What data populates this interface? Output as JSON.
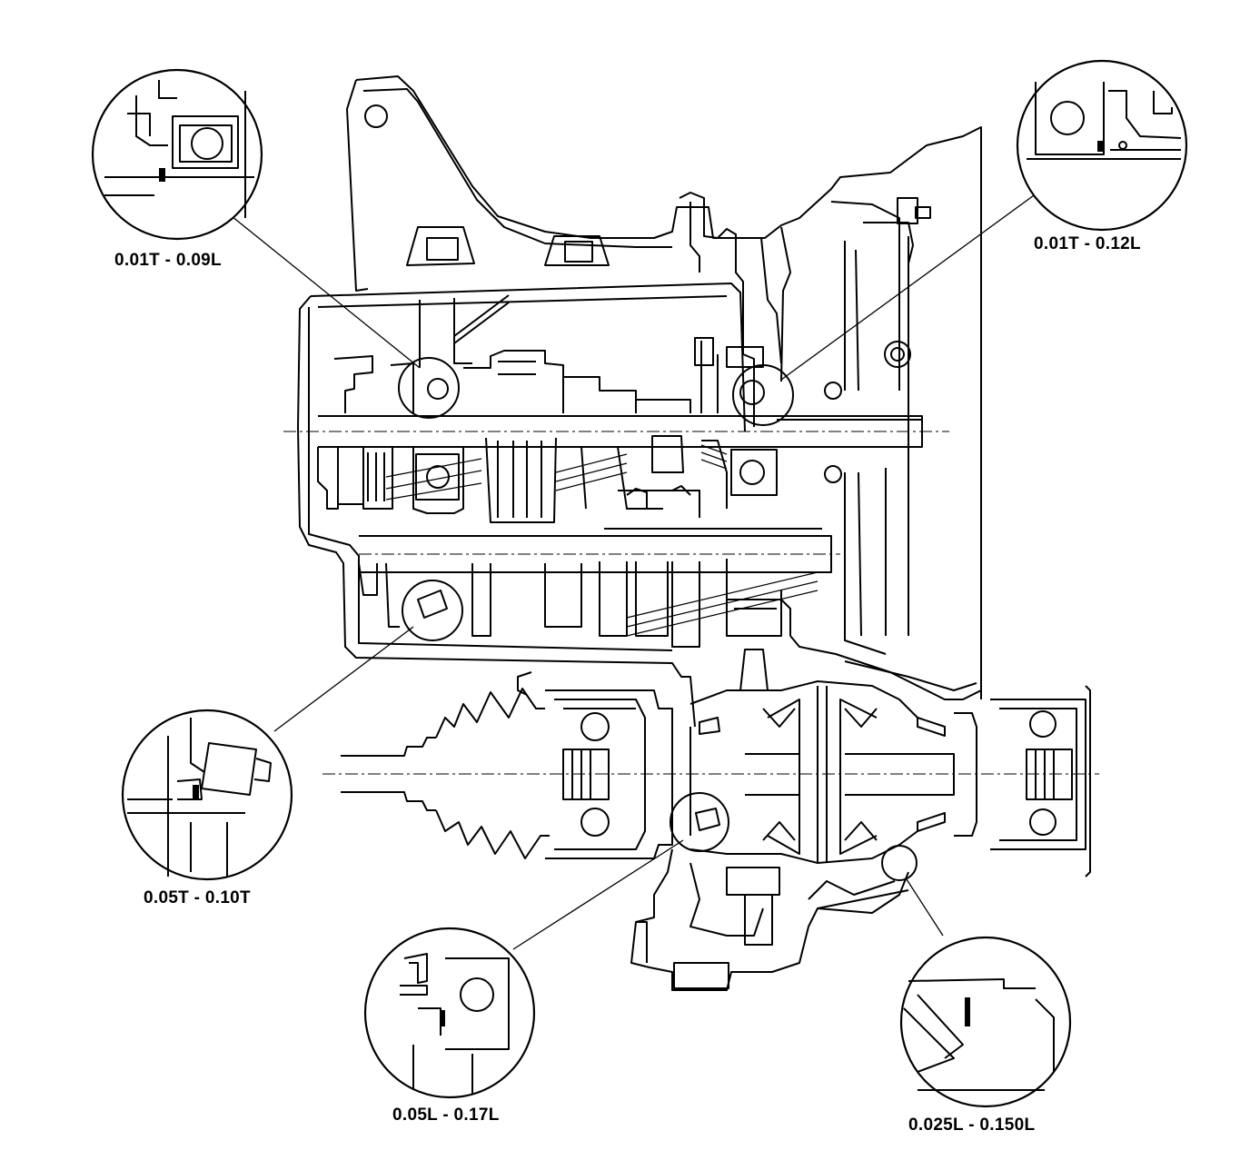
{
  "callouts": [
    {
      "id": "top-left",
      "label": "0.01T - 0.09L"
    },
    {
      "id": "top-right",
      "label": "0.01T - 0.12L"
    },
    {
      "id": "mid-left",
      "label": "0.05T - 0.10T"
    },
    {
      "id": "bottom-mid",
      "label": "0.05L - 0.17L"
    },
    {
      "id": "bottom-right",
      "label": "0.025L - 0.150L"
    }
  ]
}
